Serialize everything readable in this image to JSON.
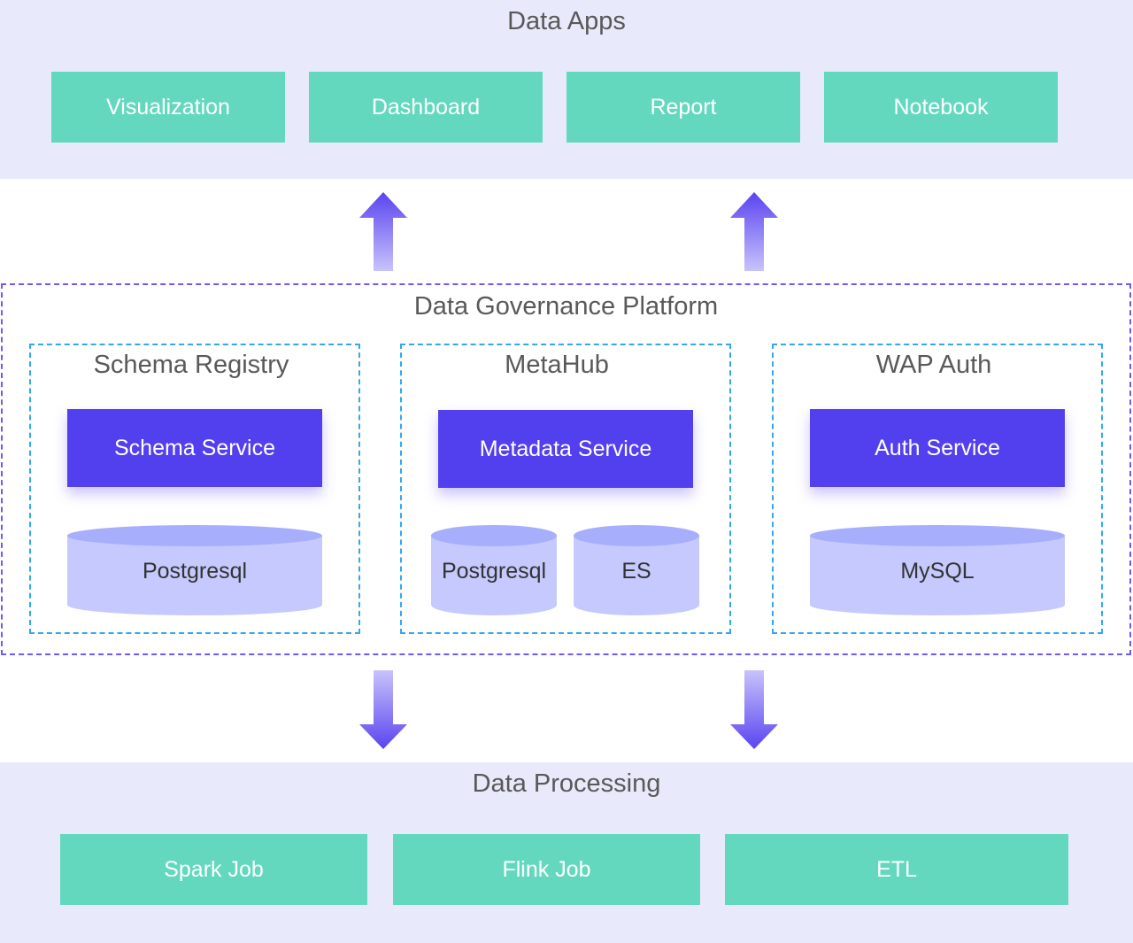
{
  "data_apps": {
    "title": "Data Apps",
    "items": [
      "Visualization",
      "Dashboard",
      "Report",
      "Notebook"
    ]
  },
  "governance": {
    "title": "Data Governance Platform",
    "panels": [
      {
        "title": "Schema Registry",
        "service": "Schema Service",
        "stores": [
          "Postgresql"
        ]
      },
      {
        "title": "MetaHub",
        "service": "Metadata Service",
        "stores": [
          "Postgresql",
          "ES"
        ]
      },
      {
        "title": "WAP Auth",
        "service": "Auth Service",
        "stores": [
          "MySQL"
        ]
      }
    ]
  },
  "data_processing": {
    "title": "Data Processing",
    "items": [
      "Spark Job",
      "Flink Job",
      "ETL"
    ]
  },
  "colors": {
    "layer_bg": "#e8e9fb",
    "app_box": "#63d8bf",
    "service_box": "#5240ee",
    "cylinder_body": "#c5c9fd",
    "cylinder_top": "#a7aefb",
    "outer_border": "#6d5bf2",
    "panel_border": "#35a7ec",
    "arrow": "#5a44f0"
  }
}
